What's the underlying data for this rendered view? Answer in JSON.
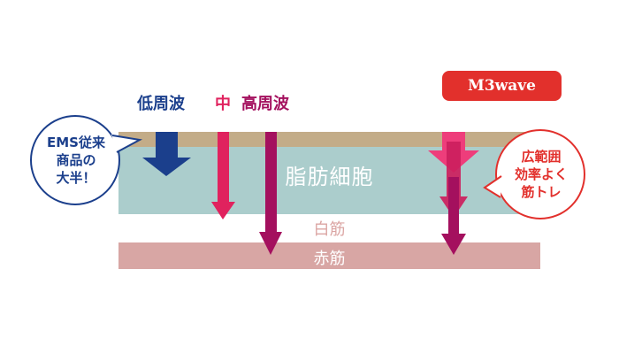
{
  "layers": {
    "fat_label": "脂肪細胞",
    "white_muscle_label": "白筋",
    "red_muscle_label": "赤筋"
  },
  "frequencies": {
    "low": "低周波",
    "mid": "中",
    "high": "高周波"
  },
  "badge": {
    "label": "M3wave"
  },
  "left_bubble": {
    "lines": [
      "EMS従来",
      "商品の",
      "大半！"
    ]
  },
  "right_bubble": {
    "lines": [
      "広範囲",
      "効率よく",
      "筋トレ"
    ]
  },
  "colors": {
    "low_arrow": "#1b3f8c",
    "mid_arrow": "#e0225e",
    "high_arrow": "#a4105e",
    "m3_badge": "#e2302c",
    "left_bubble_border": "#1b3f8c",
    "right_bubble_border": "#e2302c"
  }
}
